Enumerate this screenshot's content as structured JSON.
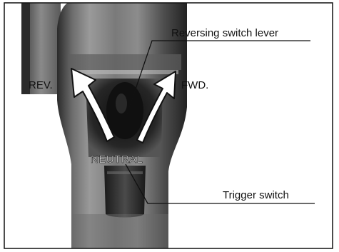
{
  "labels": {
    "reversing_lever": "Reversing switch lever",
    "forward": "FWD.",
    "reverse": "REV.",
    "neutral": "NEUTRAL",
    "trigger": "Trigger switch"
  }
}
